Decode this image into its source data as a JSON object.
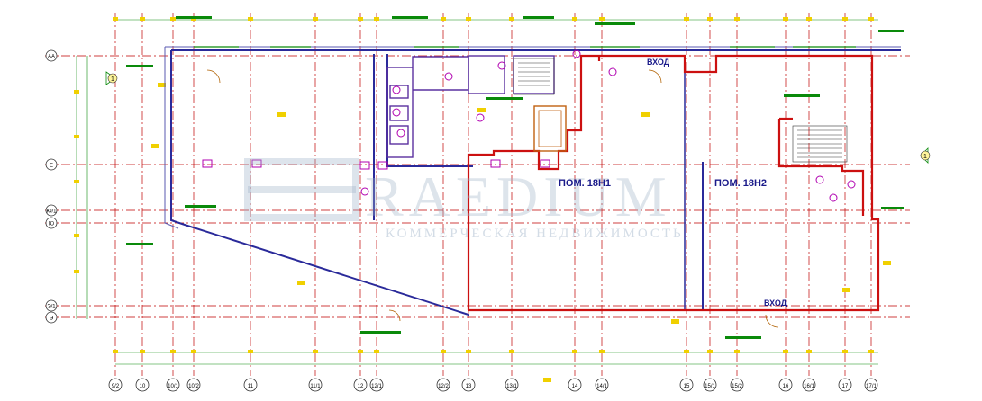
{
  "plan": {
    "columns": [
      "9/2",
      "10",
      "10/1",
      "10/2",
      "11",
      "11/1",
      "12",
      "12/1",
      "12/2",
      "13",
      "13/1",
      "14",
      "14/1",
      "15",
      "15/1",
      "15/2",
      "16",
      "16/1",
      "17",
      "17/1"
    ],
    "rows": [
      "АА",
      "Е",
      "Ю/1",
      "Ю",
      "Э/1",
      "Э"
    ],
    "rooms": [
      {
        "id": "h1",
        "label": "ПОМ. 18Н1"
      },
      {
        "id": "h2",
        "label": "ПОМ. 18Н2"
      }
    ],
    "entrances": [
      {
        "id": "top",
        "label": "ВХОД"
      },
      {
        "id": "bottom",
        "label": "ВХОД"
      }
    ],
    "markers": {
      "left": "1",
      "right": "1"
    },
    "watermark": {
      "main": "RAEDIUM",
      "sub": "КОММЕРЧЕСКАЯ НЕДВИЖИМОСТЬ"
    }
  },
  "colors": {
    "axis": "#c00000",
    "wall_outer": "#2a2a9a",
    "wall_red": "#cc1010",
    "annotation": "#0a8a0a",
    "tag_yellow": "#f0d000",
    "equipment": "#b000b0",
    "watermark": "#9fb3c8"
  }
}
